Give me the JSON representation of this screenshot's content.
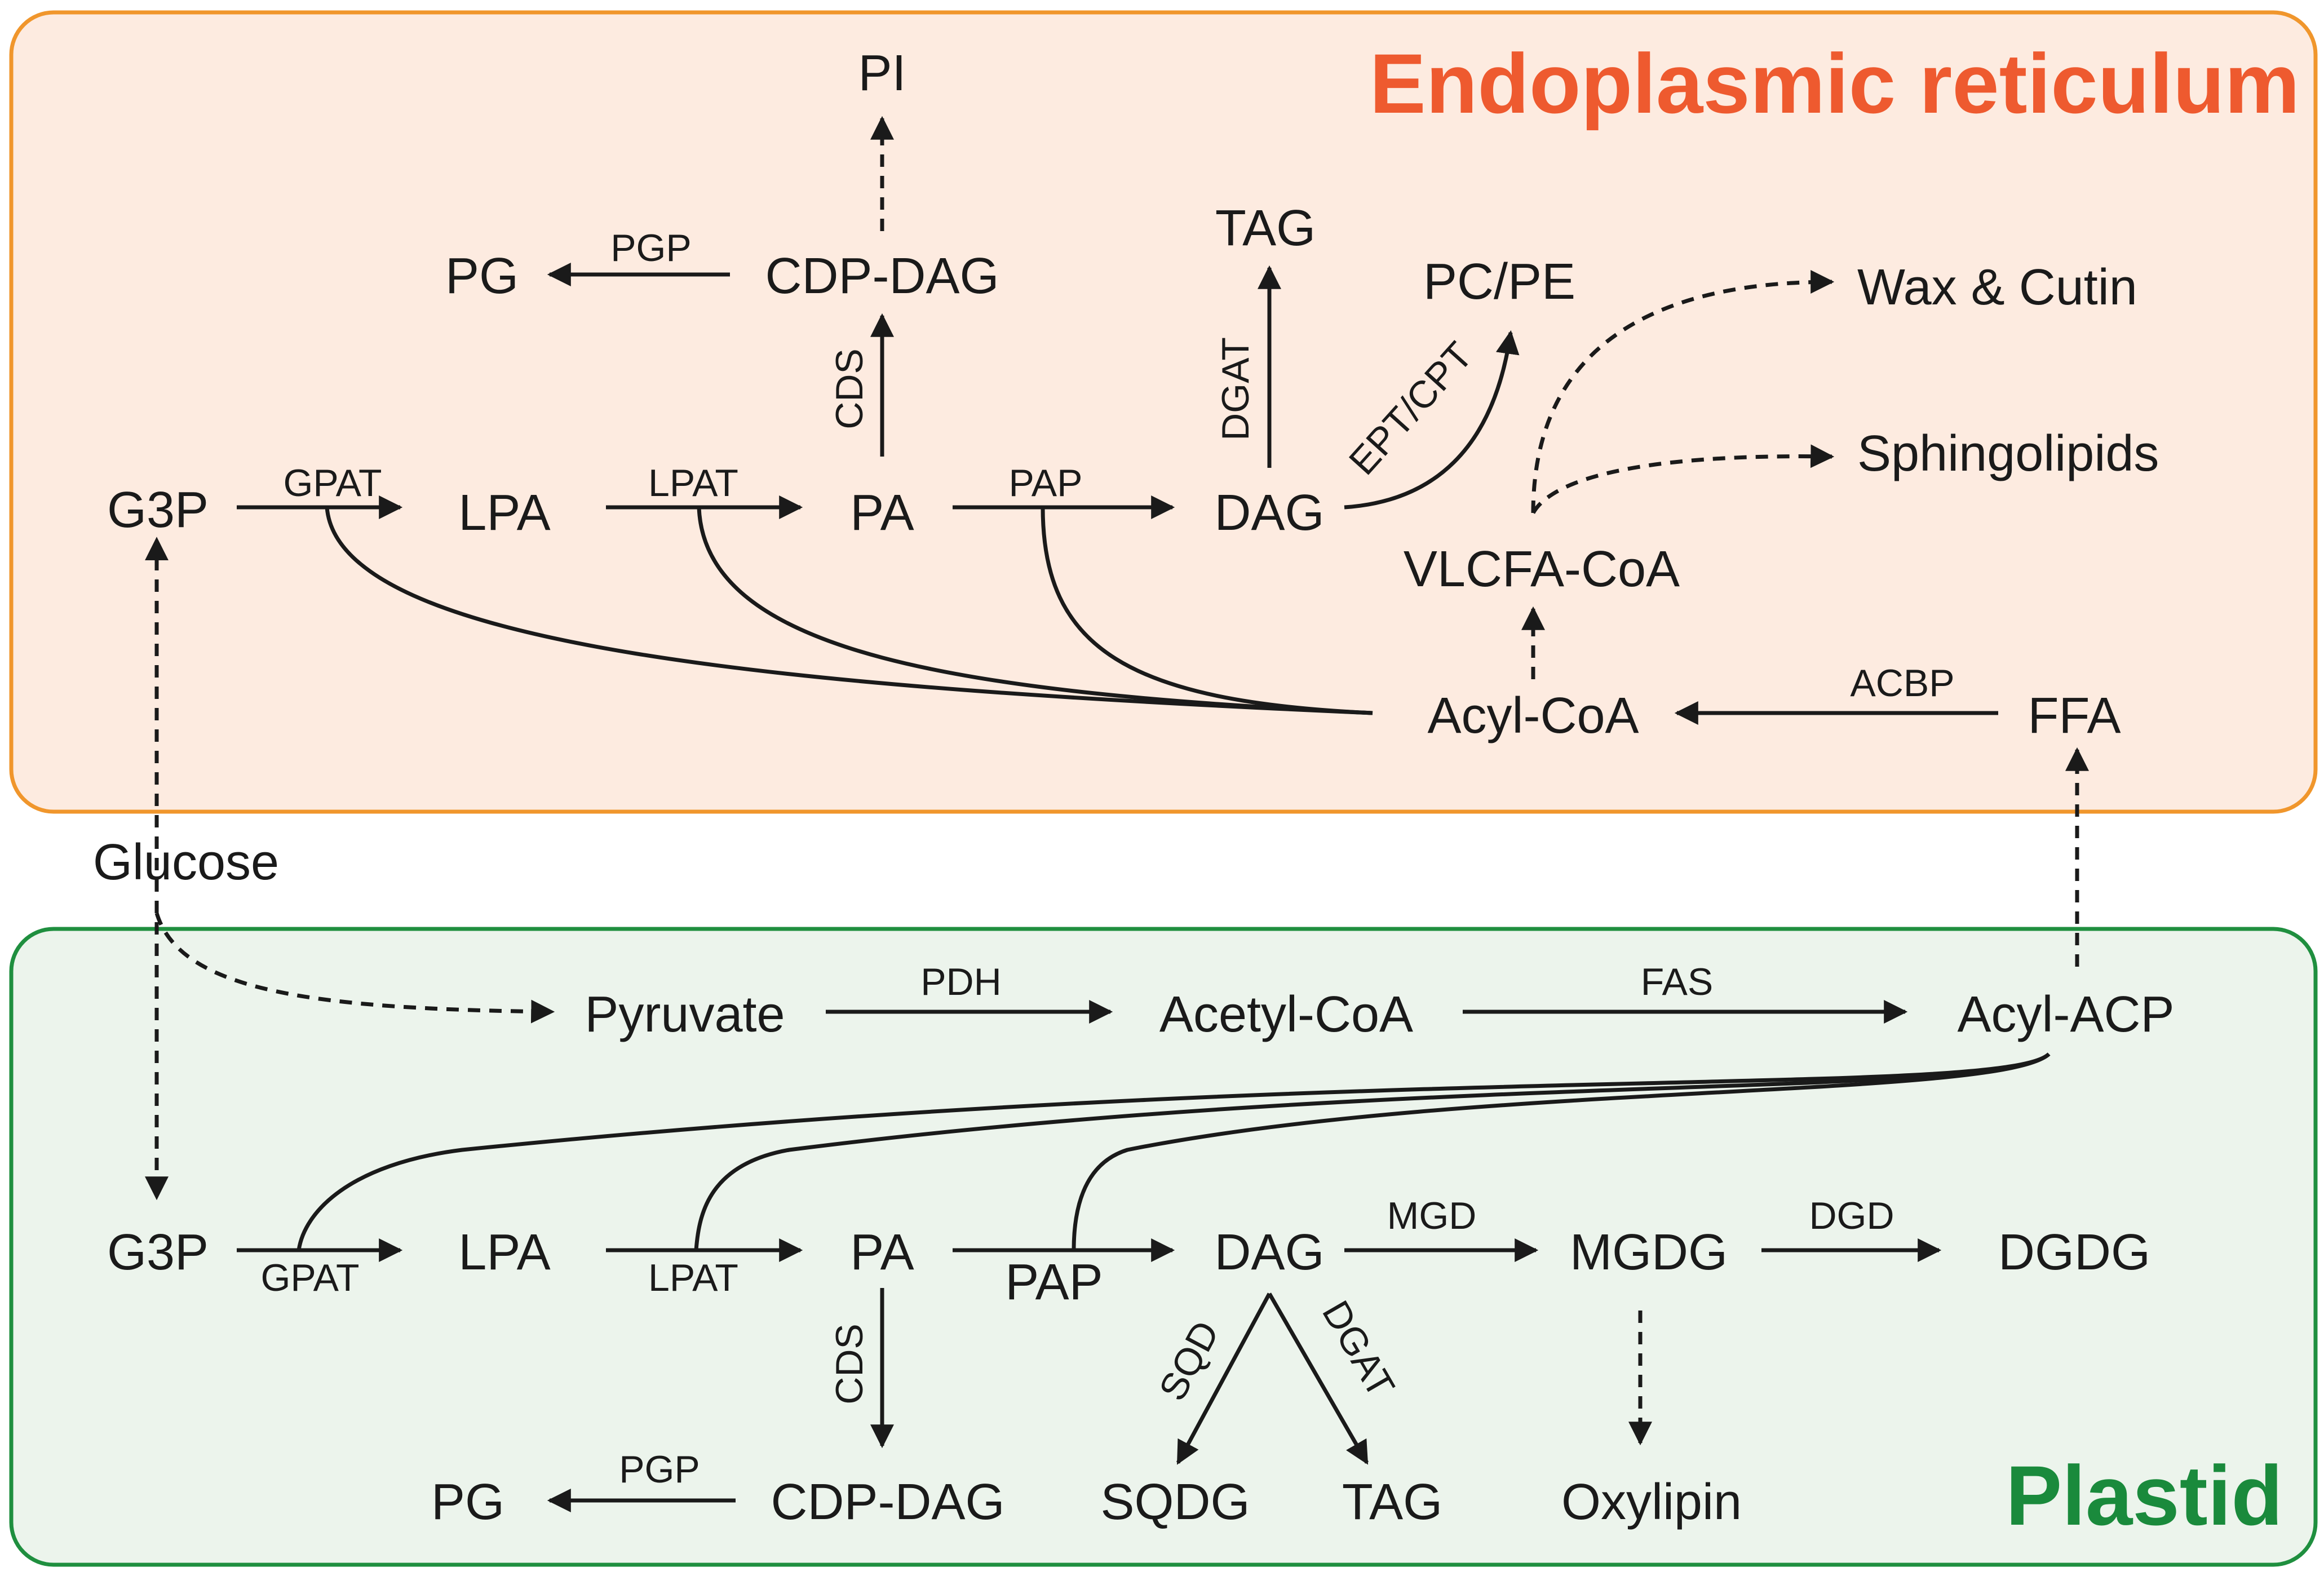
{
  "compartments": {
    "er": {
      "title": "Endoplasmic reticulum",
      "title_color": "#ee5a2f",
      "fill": "#fdebe0",
      "border": "#f0962c"
    },
    "plastid": {
      "title": "Plastid",
      "title_color": "#1a8a3c",
      "fill": "#ecf4ec",
      "border": "#1f8f3f"
    }
  },
  "er": {
    "nodes": {
      "pi": "PI",
      "pg": "PG",
      "cdp_dag": "CDP-DAG",
      "tag": "TAG",
      "pc_pe": "PC/PE",
      "wax_cutin": "Wax & Cutin",
      "sphingolipids": "Sphingolipids",
      "g3p": "G3P",
      "lpa": "LPA",
      "pa": "PA",
      "dag": "DAG",
      "vlcfa_coa": "VLCFA-CoA",
      "acyl_coa": "Acyl-CoA",
      "ffa": "FFA"
    },
    "enzymes": {
      "pgp": "PGP",
      "cds": "CDS",
      "dgat": "DGAT",
      "ept_cpt": "EPT/CPT",
      "gpat": "GPAT",
      "lpat": "LPAT",
      "pap": "PAP",
      "acbp": "ACBP"
    }
  },
  "between": {
    "glucose": "Glucose"
  },
  "plastid": {
    "nodes": {
      "pyruvate": "Pyruvate",
      "acetyl_coa": "Acetyl-CoA",
      "acyl_acp": "Acyl-ACP",
      "g3p": "G3P",
      "lpa": "LPA",
      "pa": "PA",
      "dag": "DAG",
      "mgdg": "MGDG",
      "dgdg": "DGDG",
      "pg": "PG",
      "cdp_dag": "CDP-DAG",
      "sqdg": "SQDG",
      "tag": "TAG",
      "oxylipin": "Oxylipin"
    },
    "enzymes": {
      "pdh": "PDH",
      "fas": "FAS",
      "gpat": "GPAT",
      "lpat": "LPAT",
      "pap": "PAP",
      "mgd": "MGD",
      "dgd": "DGD",
      "cds": "CDS",
      "pgp": "PGP",
      "sqd": "SQD",
      "dgat": "DGAT"
    }
  }
}
